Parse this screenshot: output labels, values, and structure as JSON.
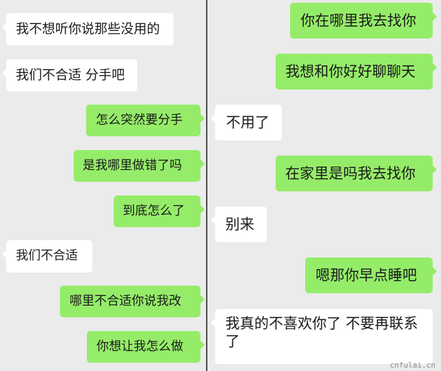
{
  "left_chat": {
    "messages": [
      {
        "side": "received",
        "text": "我不想听你说那些没用的"
      },
      {
        "side": "received",
        "text": "我们不合适 分手吧"
      },
      {
        "side": "sent",
        "text": "怎么突然要分手"
      },
      {
        "side": "sent",
        "text": "是我哪里做错了吗"
      },
      {
        "side": "sent",
        "text": "到底怎么了"
      },
      {
        "side": "received",
        "text": "我们不合适"
      },
      {
        "side": "sent",
        "text": "哪里不合适你说我改"
      },
      {
        "side": "sent",
        "text": "你想让我怎么做"
      }
    ]
  },
  "right_chat": {
    "messages": [
      {
        "side": "sent",
        "text": "你在哪里我去找你"
      },
      {
        "side": "sent",
        "text": "我想和你好好聊聊天"
      },
      {
        "side": "received",
        "text": "不用了"
      },
      {
        "side": "sent",
        "text": "在家里是吗我去找你"
      },
      {
        "side": "received",
        "text": "别来"
      },
      {
        "side": "sent",
        "text": "嗯那你早点睡吧"
      },
      {
        "side": "received",
        "text": "我真的不喜欢你了 不要再联系了"
      }
    ]
  },
  "watermark": "cnfulai.cn",
  "colors": {
    "background": "#ebebeb",
    "sent_bubble": "#95ec69",
    "received_bubble": "#ffffff",
    "divider": "#4a4a4a"
  }
}
